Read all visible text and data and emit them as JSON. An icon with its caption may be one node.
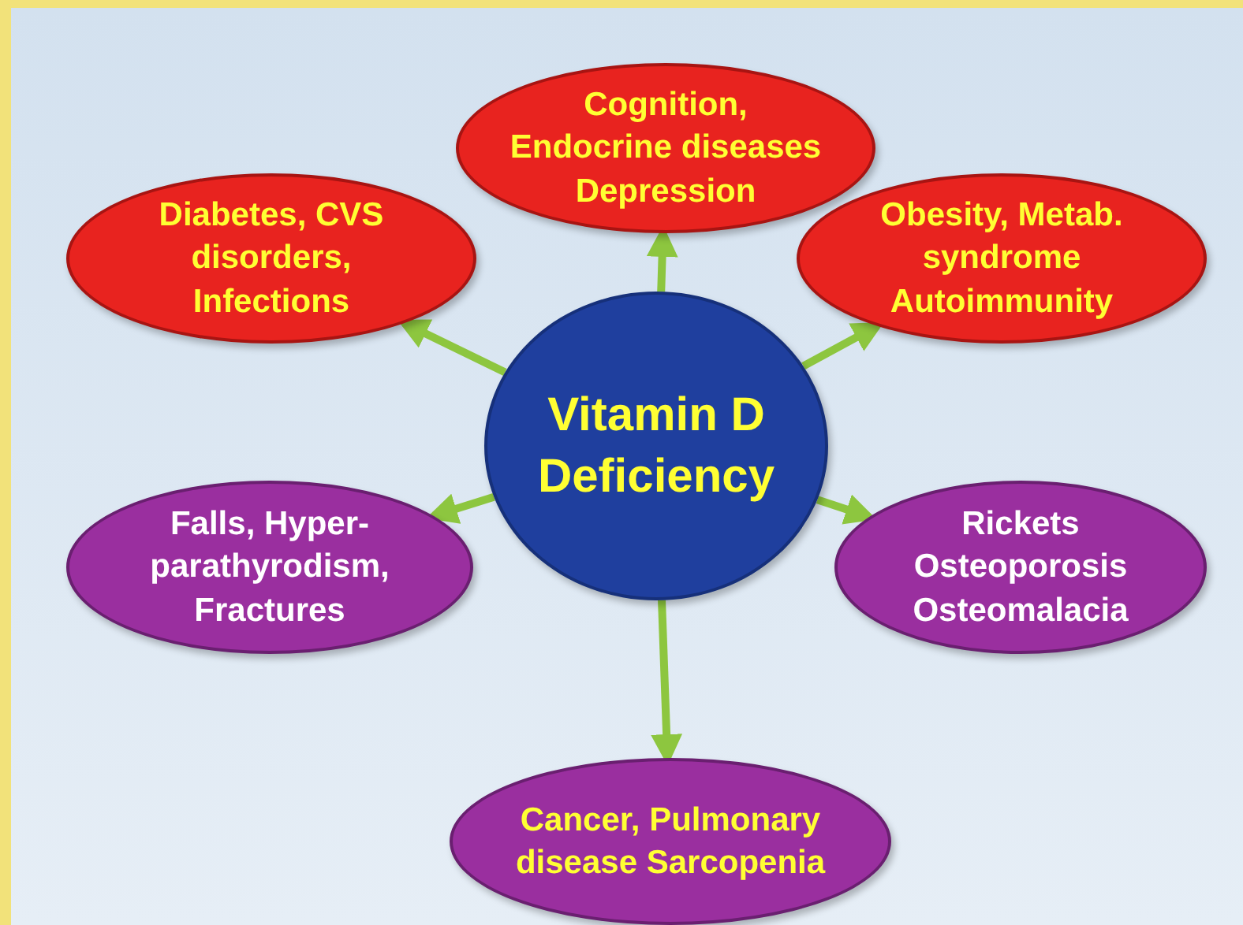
{
  "diagram": {
    "nodes": [
      {
        "text": [
          "Vitamin D Deficiency"
        ]
      },
      {
        "text": [
          "Cognition, Endocrine diseases Depression"
        ]
      },
      {
        "text": [
          "Diabetes, CVS disorders, Infections"
        ]
      },
      {
        "text": [
          "Obesity, Metab. syndrome Autoimmunity"
        ]
      },
      {
        "text": [
          "Falls, Hyper-parathyrodism, Fractures"
        ]
      },
      {
        "text": [
          "Rickets Osteoporosis Osteomalacia"
        ]
      },
      {
        "text": [
          "Cancer, Pulmonary disease Sarcopenia"
        ]
      }
    ],
    "edges": [
      {
        "from": 0,
        "to": 1,
        "arrow": "to"
      },
      {
        "from": 0,
        "to": 2,
        "arrow": "to"
      },
      {
        "from": 0,
        "to": 3,
        "arrow": "to"
      },
      {
        "from": 0,
        "to": 4,
        "arrow": "to"
      },
      {
        "from": 0,
        "to": 5,
        "arrow": "to"
      },
      {
        "from": 0,
        "to": 6,
        "arrow": "to"
      }
    ]
  }
}
